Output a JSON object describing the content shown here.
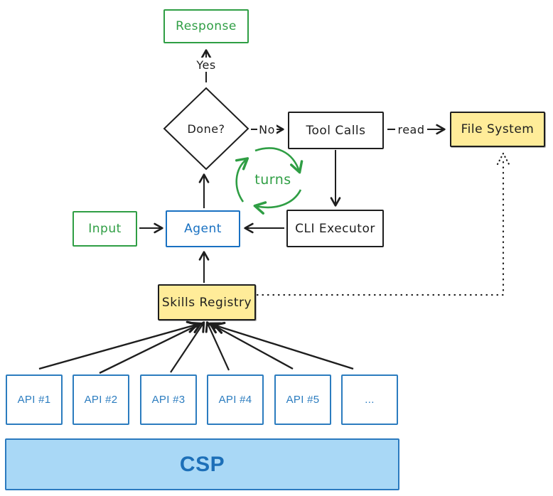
{
  "diagram": {
    "title_hint": "agent-loop-architecture",
    "nodes": {
      "response": {
        "label": "Response"
      },
      "done": {
        "label": "Done?"
      },
      "tool_calls": {
        "label": "Tool Calls"
      },
      "file_system": {
        "label": "File System"
      },
      "input": {
        "label": "Input"
      },
      "agent": {
        "label": "Agent"
      },
      "cli_executor": {
        "label": "CLI Executor"
      },
      "skills_registry": {
        "label": "Skills Registry"
      },
      "csp": {
        "label": "CSP"
      }
    },
    "edge_labels": {
      "yes": "Yes",
      "no": "No",
      "read": "read",
      "turns": "turns"
    },
    "api_boxes": [
      {
        "label": "API #1"
      },
      {
        "label": "API #2"
      },
      {
        "label": "API #3"
      },
      {
        "label": "API #4"
      },
      {
        "label": "API #5"
      },
      {
        "label": "..."
      }
    ],
    "colors": {
      "ink": "#1e1e1e",
      "green": "#2f9e44",
      "blue": "#1971c2",
      "api_blue": "#2b7cbf",
      "yellow_fill": "#ffec99",
      "csp_fill": "#a9d8f6"
    }
  }
}
